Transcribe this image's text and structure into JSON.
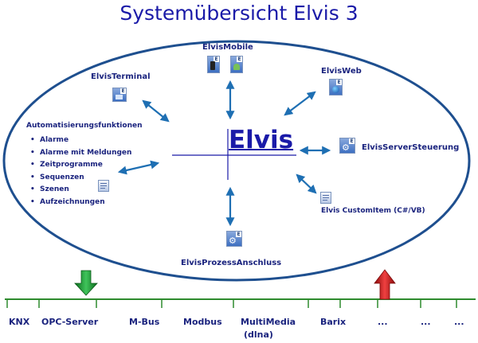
{
  "title": "Systemübersicht Elvis 3",
  "center": "Elvis",
  "nodes": {
    "mobile": "ElvisMobile",
    "web": "ElvisWeb",
    "terminal": "ElvisTerminal",
    "server": "ElvisServerSteuerung",
    "custom": "Elvis CustomItem (C#/VB)",
    "process": "ElvisProzessAnschluss",
    "automation": "Automatisierungsfunktionen"
  },
  "functions": [
    "Alarme",
    "Alarme mit Meldungen",
    "Zeitprogramme",
    "Sequenzen",
    "Szenen",
    "Aufzeichnungen"
  ],
  "bus_labels": [
    "KNX",
    "OPC-Server",
    "M-Bus",
    "Modbus",
    "MultiMedia",
    "(dlna)",
    "Barix",
    "...",
    "...",
    "..."
  ],
  "icon_names": [
    "terminal-app-icon",
    "mobile-phone-icon",
    "android-icon",
    "web-globe-icon",
    "gear-icon",
    "script-file-icon"
  ],
  "colors": {
    "ellipse": "#1e4f8f",
    "arrow": "#1e6fb3",
    "bus": "#2e8b2e",
    "down_arrow": "#1fa53a",
    "up_arrow": "#d21f1f",
    "text": "#1a237e"
  }
}
